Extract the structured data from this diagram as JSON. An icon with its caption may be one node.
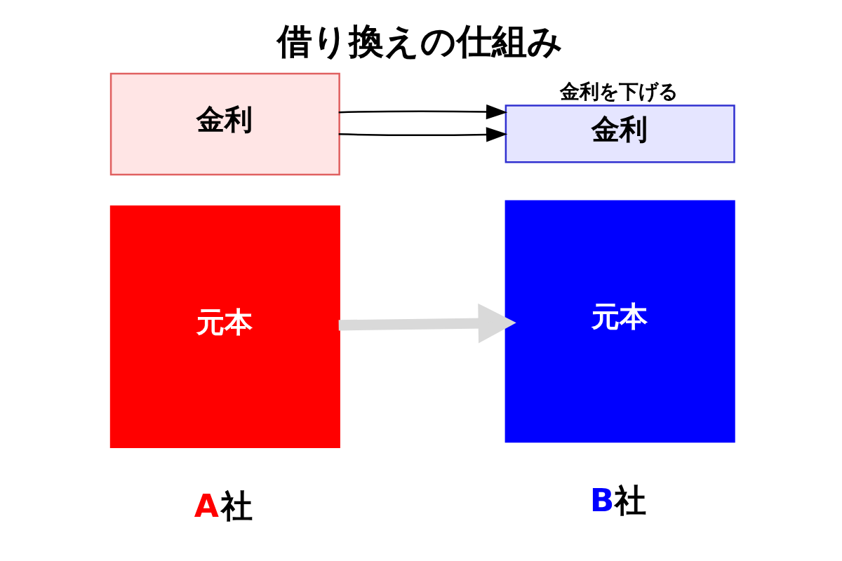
{
  "diagram": {
    "title": "借り換えの仕組み",
    "nodes": [
      {
        "text": [
          "金利"
        ]
      },
      {
        "text": [
          "元本"
        ]
      },
      {
        "text": [
          "金利"
        ],
        "beside": [
          "金利を下げる"
        ]
      },
      {
        "text": [
          "元本"
        ]
      }
    ],
    "edges": [
      {
        "from": 0,
        "to": 2,
        "arrow": "to"
      },
      {
        "from": 0,
        "to": 2,
        "arrow": "to"
      },
      {
        "from": 1,
        "to": 3,
        "arrow": "to",
        "style": "thick",
        "color": "#d9d9d9"
      }
    ],
    "labels": [
      "A社",
      "B社"
    ]
  }
}
